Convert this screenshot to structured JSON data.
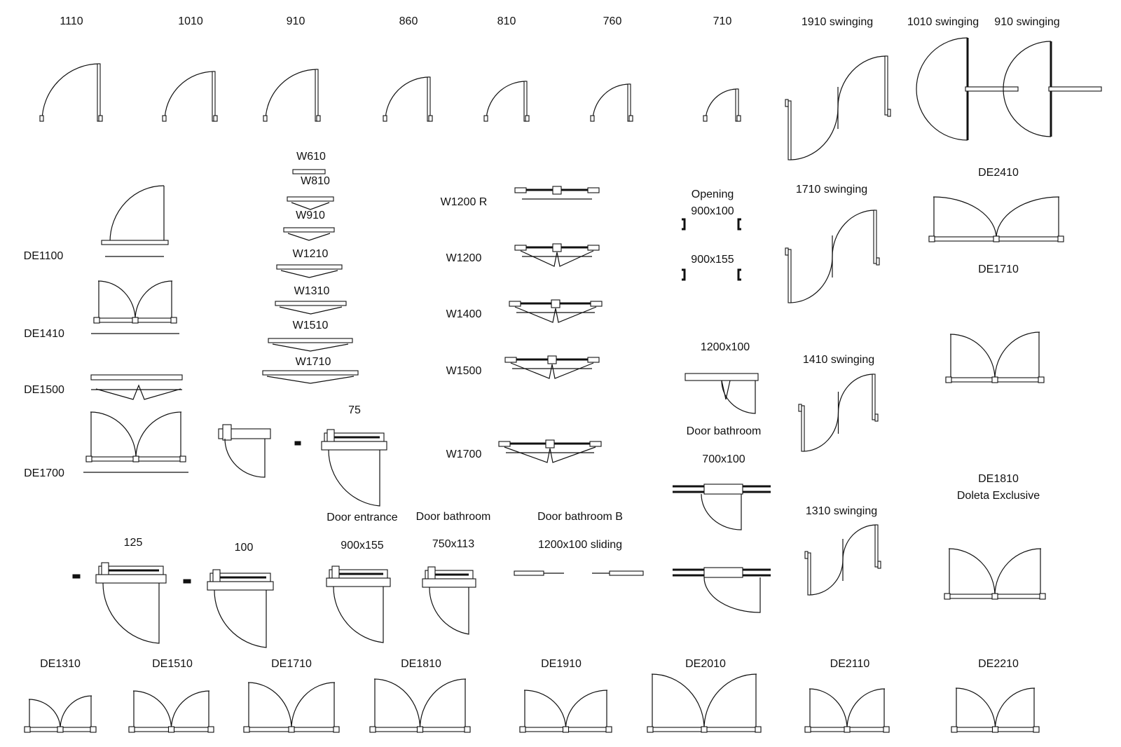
{
  "labels": {
    "l1110": "1110",
    "l1010": "1010",
    "l910": "910",
    "l860": "860",
    "l810": "810",
    "l760": "760",
    "l710": "710",
    "s1910": "1910  swinging",
    "s1010": "1010  swinging",
    "s910": "910  swinging",
    "w610": "W610",
    "w810": "W810",
    "w910": "W910",
    "w1210": "W1210",
    "w1310": "W1310",
    "w1510": "W1510",
    "w1710": "W1710",
    "w1200r": "W1200 R",
    "w1200": "W1200",
    "w1400": "W1400",
    "w1500": "W1500",
    "w1700": "W1700",
    "opening": "Opening",
    "o900x100": "900x100",
    "o900x155": "900x155",
    "s1710": "1710  swinging",
    "de2410": "DE2410",
    "de1710r": "DE1710",
    "de1100": "DE1100",
    "de1410": "DE1410",
    "de1500": "DE1500",
    "de1700": "DE1700",
    "d1200x100": "1200x100",
    "s1410": "1410 swinging",
    "l75": "75",
    "doorbath1": "Door bathroom",
    "d700x100": "700x100",
    "de1810r": "DE1810",
    "doleta": "Doleta Exclusive",
    "doorentrance": "Door entrance",
    "doorbath2": "Door bathroom",
    "doorbathB": "Door bathroom B",
    "s1310": "1310 swinging",
    "l125": "125",
    "l100": "100",
    "e900x155": "900x155",
    "b750x113": "750x113",
    "sliding": "1200x100 sliding",
    "de1310": "DE1310",
    "de1510": "DE1510",
    "de1710b": "DE1710",
    "de1810b": "DE1810",
    "de1910": "DE1910",
    "de2010": "DE2010",
    "de2110": "DE2110",
    "de2210": "DE2210"
  }
}
